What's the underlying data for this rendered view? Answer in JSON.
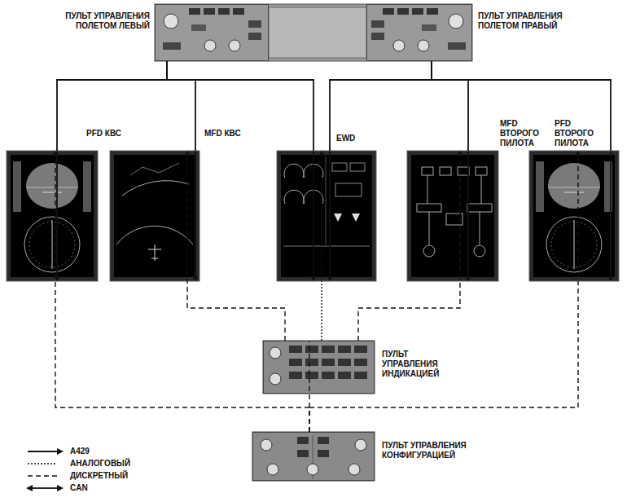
{
  "diagram": {
    "nodes": [
      {
        "text": [
          "ПУЛЬТ УПРАВЛЕНИЯ ПОЛЕТОМ ЛЕВЫЙ"
        ]
      },
      {
        "text": [
          "ПУЛЬТ УПРАВЛЕНИЯ ПОЛЕТОМ ПРАВЫЙ"
        ]
      },
      {
        "text": [
          "PFD КВС"
        ]
      },
      {
        "text": [
          "MFD КВС"
        ]
      },
      {
        "text": [
          "EWD"
        ]
      },
      {
        "text": [
          "MFD ВТОРОГО ПИЛОТА"
        ]
      },
      {
        "text": [
          "PFD ВТОРОГО ПИЛОТА"
        ]
      },
      {
        "text": [
          "ПУЛЬТ УПРАВЛЕНИЯ ИНДИКАЦИЕЙ"
        ]
      },
      {
        "text": [
          "ПУЛЬТ УПРАВЛЕНИЯ КОНФИГУРАЦИЕЙ"
        ]
      }
    ],
    "edges": [
      {
        "from": 0,
        "to": 2,
        "arrow": "to"
      },
      {
        "from": 0,
        "to": 3,
        "arrow": "to"
      },
      {
        "from": 0,
        "to": 4,
        "arrow": "to"
      },
      {
        "from": 1,
        "to": 4,
        "arrow": "to"
      },
      {
        "from": 1,
        "to": 5,
        "arrow": "to"
      },
      {
        "from": 1,
        "to": 6,
        "arrow": "to"
      },
      {
        "from": 7,
        "to": 3,
        "arrow": "to"
      },
      {
        "from": 7,
        "to": 4,
        "arrow": "to"
      },
      {
        "from": 7,
        "to": 5,
        "arrow": "to"
      },
      {
        "from": 8,
        "to": 2,
        "arrow": "to"
      },
      {
        "from": 8,
        "to": 6,
        "arrow": "to"
      },
      {
        "from": 8,
        "to": 7,
        "arrow": "none"
      }
    ],
    "legend": [
      {
        "text": "A429"
      },
      {
        "text": "АНАЛОГОВЫЙ"
      },
      {
        "text": "ДИСКРЕТНЫЙ"
      },
      {
        "text": "CAN"
      }
    ]
  }
}
